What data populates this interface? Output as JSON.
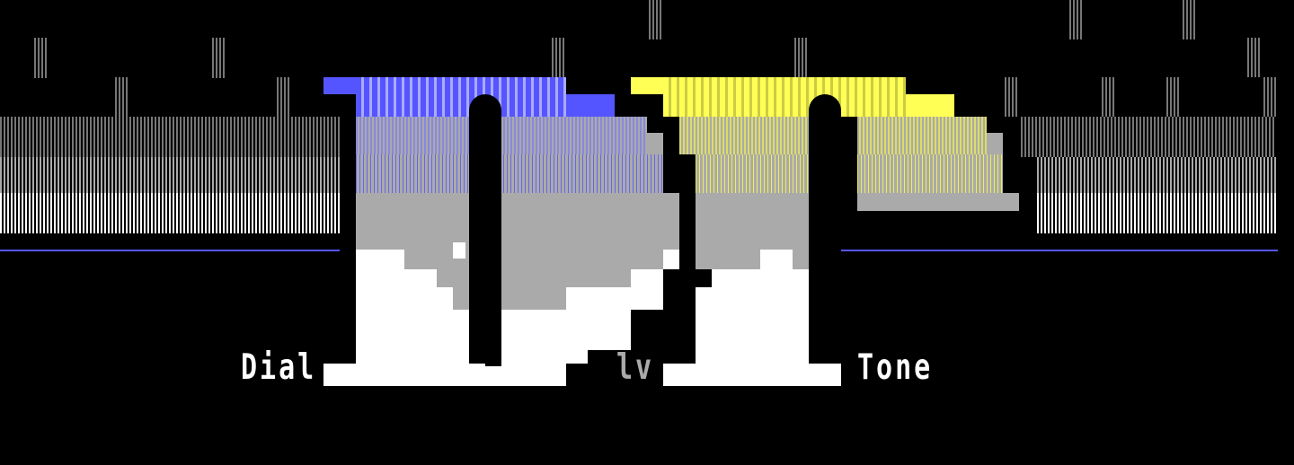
{
  "logo": {
    "left_word": "Dial",
    "middle_word": "lv",
    "right_word": "Tone"
  },
  "colors": {
    "accent_left": "#5555ff",
    "accent_right": "#ffff55",
    "background": "#000000"
  }
}
